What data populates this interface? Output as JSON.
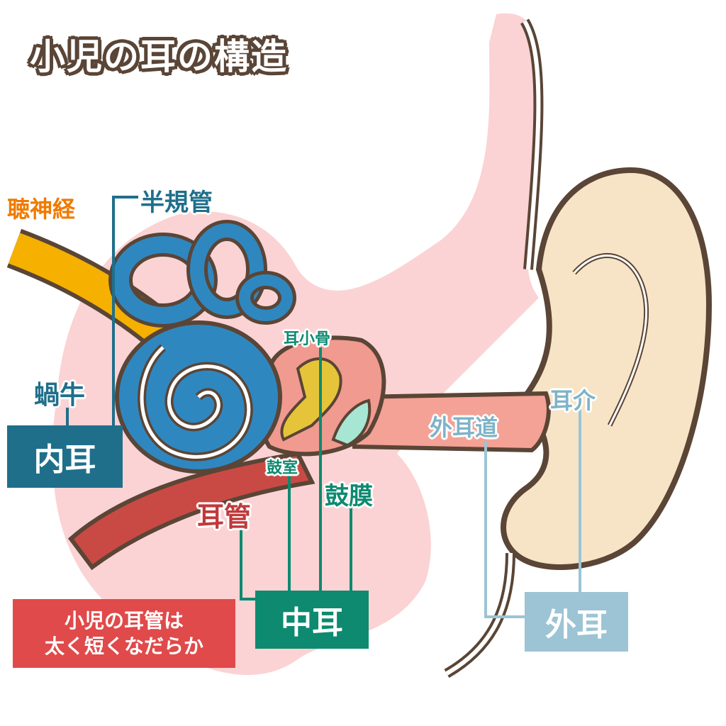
{
  "title": "小児の耳の構造",
  "labels": {
    "auditory_nerve": "聴神経",
    "semicircular_canals": "半規管",
    "cochlea": "蝸牛",
    "inner_ear": "内耳",
    "ossicles": "耳小骨",
    "tympanic_cavity": "鼓室",
    "eardrum": "鼓膜",
    "eustachian_tube": "耳管",
    "middle_ear": "中耳",
    "ear_canal": "外耳道",
    "auricle": "耳介",
    "outer_ear": "外耳"
  },
  "note": {
    "line1": "小児の耳管は",
    "line2": "太く短くなだらか"
  },
  "colors": {
    "inner_ear": "#1f6f8b",
    "middle_ear": "#0d8a70",
    "outer_ear": "#9cc4d4",
    "note": "#e04a4a",
    "nerve_label": "#f07a00",
    "tube_label": "#c0393b",
    "outline": "#5a4536"
  }
}
